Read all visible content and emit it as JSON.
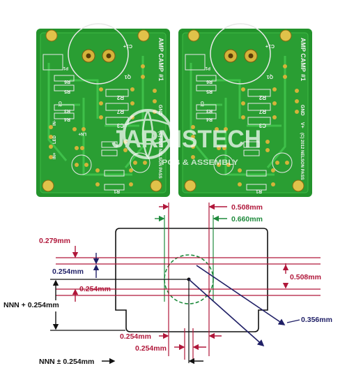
{
  "watermark": {
    "brand": "JARNISTECH",
    "tagline": "PCB & ASSEMBLY"
  },
  "pcb_left": {
    "title_rotated": "AMP CAMP",
    "number_rotated": "#1",
    "labels": {
      "c1": "C1+",
      "q1": "Q1",
      "r6": "R6",
      "r5": "R5",
      "c2": "C2",
      "r3": "R3",
      "r4": "R4",
      "r2": "R2",
      "r7": "R7",
      "c3": "C3",
      "r1": "R1",
      "led": "LED",
      "inn": "IN+",
      "inneg": "IN-",
      "ln": "LN+",
      "gnd": "GND",
      "copyright": "(C) 2012 NELSON PASS",
      "p1": "P1"
    }
  },
  "pcb_right": {
    "title_rotated": "AMP CAMP",
    "number_rotated": "#1",
    "labels": {
      "c1": "C1+",
      "q1": "Q1",
      "r6": "R6",
      "r5": "R5",
      "c2": "C2",
      "r3": "R3",
      "r4": "R4",
      "r2": "R2",
      "r7": "R7",
      "c3": "C3",
      "r1": "R1",
      "gnd": "GND",
      "vplus": "V+",
      "copyright": "(C) 2012 NELSON PASS",
      "p1": "P1"
    }
  },
  "dimensions": {
    "d_0508_top": "0.508mm",
    "d_0660": "0.660mm",
    "d_0279": "0.279mm",
    "d_0254_a": "0.254mm",
    "d_0254_b": "0.254mm",
    "d_0508_right": "0.508mm",
    "d_nnn_plus": "NNN + 0.254mm",
    "d_0356": "0.356mm",
    "d_0254_c": "0.254mm",
    "d_0254_d": "0.254mm",
    "d_nnn_pm": "NNN ± 0.254mm"
  },
  "colors": {
    "pcb_green": "#23932c",
    "pcb_trace": "#2faa38",
    "pad_gold": "#d4b33a",
    "dim_red": "#b0173a",
    "dim_navy": "#1f1f66",
    "dim_green": "#1e8a3c"
  }
}
